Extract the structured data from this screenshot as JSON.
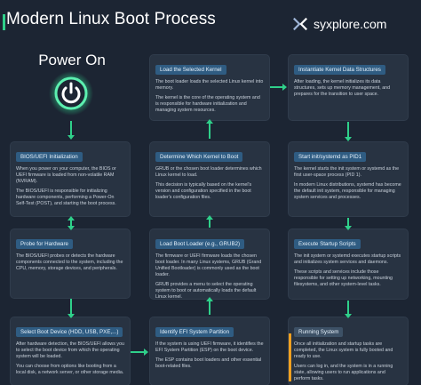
{
  "header": {
    "title": "Modern Linux Boot Process",
    "brand": "syxplore.com",
    "brand_icon": "x-arrows-logo-icon"
  },
  "start": {
    "label": "Power On",
    "icon": "power-button-icon",
    "glow_color": "#2fd08a"
  },
  "colors": {
    "accent": "#2fd08a",
    "card_header": "#2f5c82",
    "background": "#1c2533",
    "highlight": "#f0a020"
  },
  "steps": [
    {
      "title": "BIOS/UEFI Initialization",
      "paragraphs": [
        "When you power on your computer, the BIOS or UEFI firmware is loaded from non-volatile RAM (NVRAM).",
        "The BIOS/UEFI is responsible for initializing hardware components, performing a Power-On Self-Test (POST), and starting the boot process."
      ]
    },
    {
      "title": "Probe for Hardware",
      "paragraphs": [
        "The BIOS/UEFI probes or detects the hardware components connected to the system, including the CPU, memory, storage devices, and peripherals."
      ]
    },
    {
      "title": "Select Boot Device (HDD, USB, PXE,...)",
      "paragraphs": [
        "After hardware detection, the BIOS/UEFI allows you to select the boot device from which the operating system will be loaded.",
        "You can choose from options like booting from a local disk, a network server, or other storage media."
      ]
    },
    {
      "title": "Identify EFI System Partition",
      "paragraphs": [
        "If the system is using UEFI firmware, it identifies the EFI System Partition (ESP) on the boot device.",
        "The ESP contains boot loaders and other essential boot-related files."
      ]
    },
    {
      "title": "Load Boot Loader (e.g., GRUB2)",
      "paragraphs": [
        "The firmware or UEFI firmware loads the chosen boot loader. In many Linux systems, GRUB (Grand Unified Bootloader) is commonly used as the boot loader.",
        "GRUB provides a menu to select the operating system to boot or automatically loads the default Linux kernel."
      ]
    },
    {
      "title": "Determine Which Kernel to Boot",
      "paragraphs": [
        "GRUB or the chosen boot loader determines which Linux kernel to load.",
        "This decision is typically based on the kernel's version and configuration specified in the boot loader's configuration files."
      ]
    },
    {
      "title": "Load the Selected Kernel",
      "paragraphs": [
        "The boot loader loads the selected Linux kernel into memory.",
        "The kernel is the core of the operating system and is responsible for hardware initialization and managing system resources."
      ]
    },
    {
      "title": "Instantiate Kernel Data Structures",
      "paragraphs": [
        "After loading, the kernel initializes its data structures, sets up memory management, and prepares for the transition to user space."
      ]
    },
    {
      "title": "Start init/systemd as PID1",
      "paragraphs": [
        "The kernel starts the init system or systemd as the first user-space process (PID 1).",
        "In modern Linux distributions, systemd has become the default init system, responsible for managing system services and processes."
      ]
    },
    {
      "title": "Execute Startup Scripts",
      "paragraphs": [
        "The init system or systemd executes startup scripts and initializes system services and daemons.",
        "These scripts and services include those responsible for setting up networking, mounting filesystems, and other system-level tasks."
      ]
    },
    {
      "title": "Running System",
      "paragraphs": [
        "Once all initialization and startup tasks are completed, the Linux system is fully booted and ready to use.",
        "Users can log in, and the system is in a running state, allowing users to run applications and perform tasks."
      ]
    }
  ]
}
